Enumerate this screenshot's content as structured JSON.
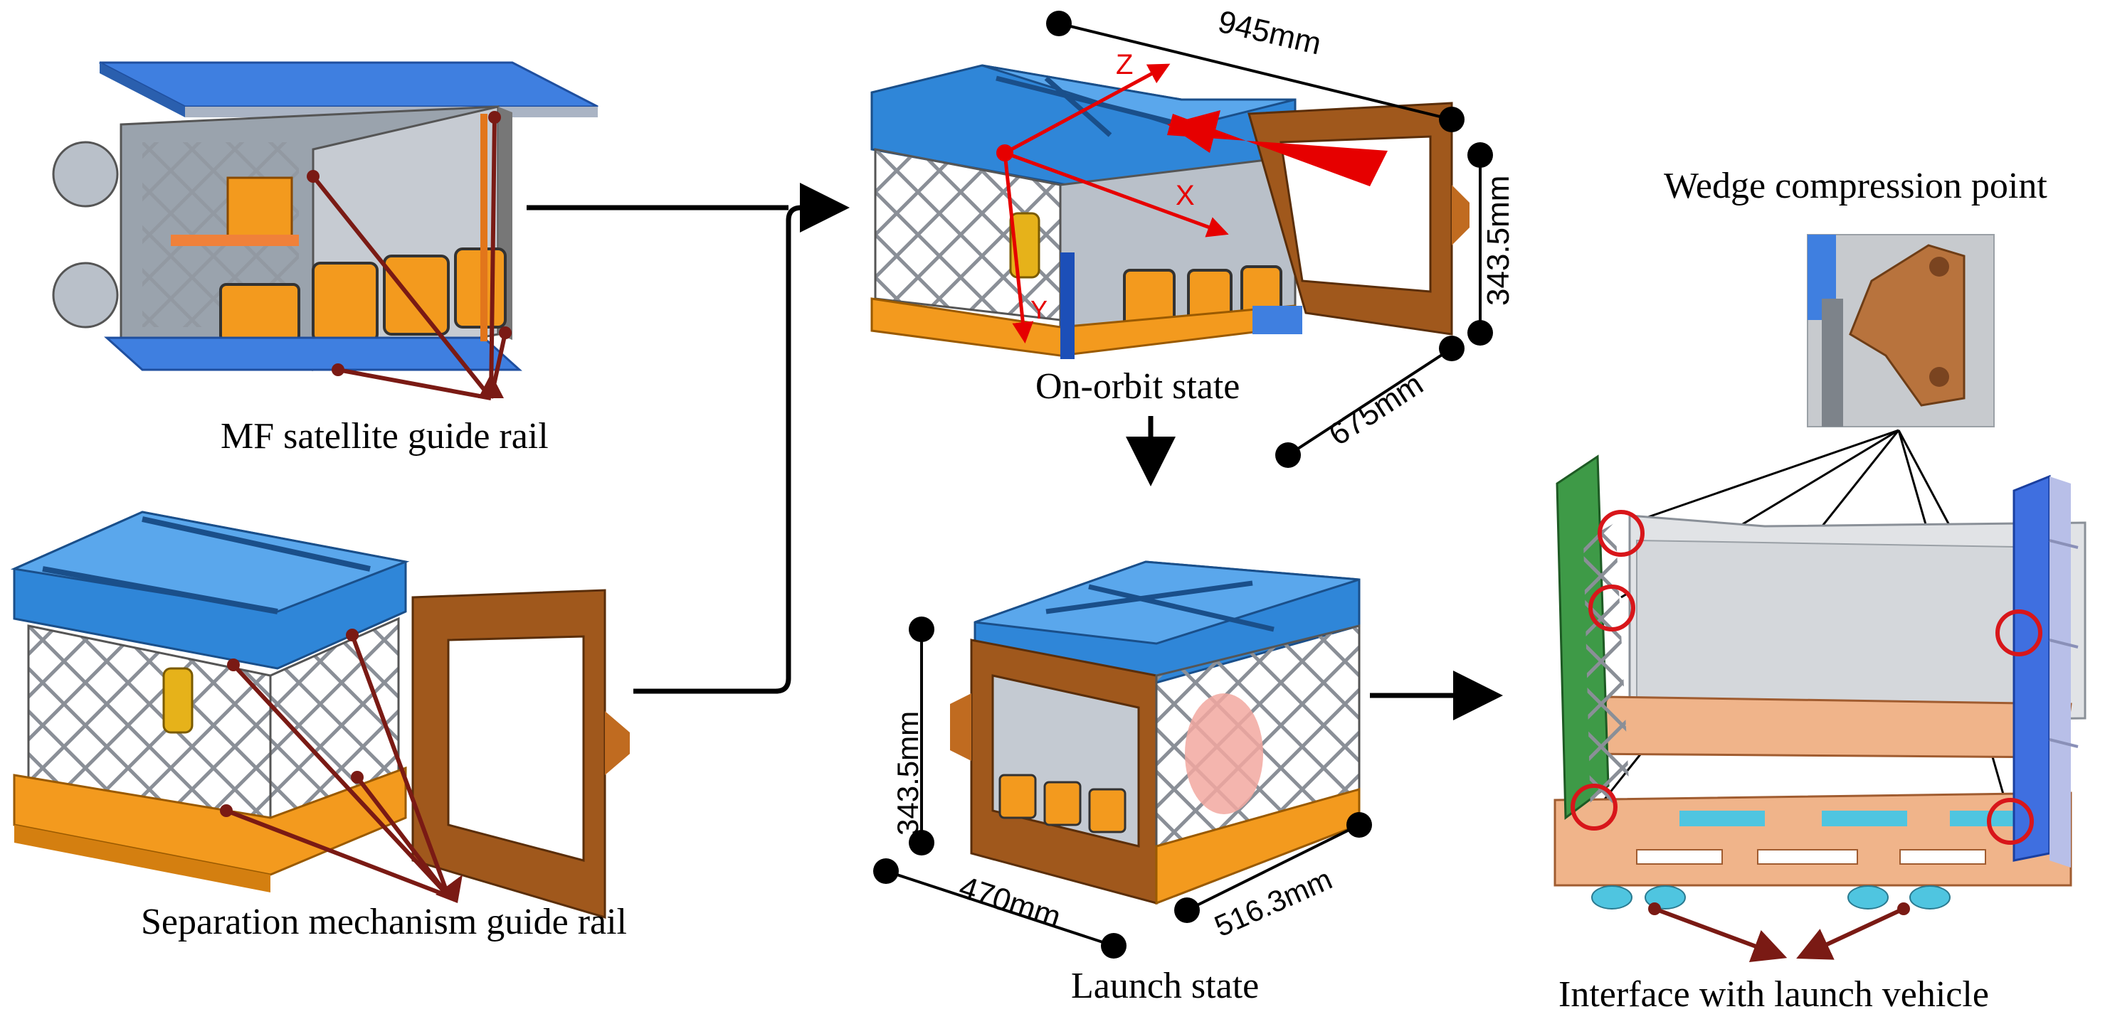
{
  "captions": {
    "mf_rail": "MF satellite  guide rail",
    "sep_rail": "Separation mechanism guide rail",
    "on_orbit": "On-orbit state",
    "launch": "Launch state",
    "wedge": "Wedge compression point",
    "interface": "Interface with launch vehicle"
  },
  "dimensions": {
    "orbit_length": "945mm",
    "orbit_height": "343.5mm",
    "orbit_depth": "675mm",
    "launch_height": "343.5mm",
    "launch_width": "470mm",
    "launch_depth": "516.3mm"
  },
  "axes": {
    "z": "Z",
    "x": "X",
    "y": "Y"
  },
  "colors": {
    "frame_blue": "#2f86d8",
    "frame_orange": "#f39a1e",
    "panel_brown": "#a0581c",
    "pointer_red": "#7a1a14",
    "axis_red": "#e60000",
    "circle_red": "#d8161a",
    "base_peach": "#f0b48a"
  }
}
